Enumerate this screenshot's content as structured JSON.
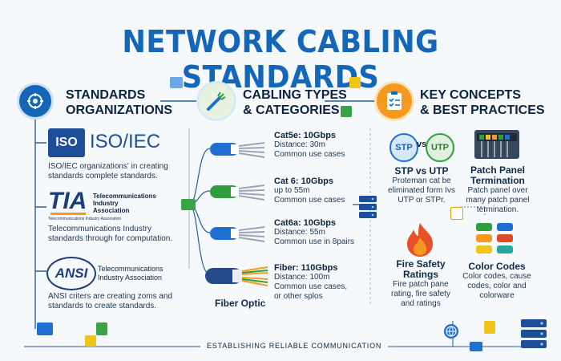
{
  "title": "NETWORK CABLING STANDARDS",
  "colors": {
    "accent": "#1466b8",
    "dark": "#0d2440",
    "orange": "#f59a1f",
    "green": "#2f9e3c"
  },
  "sections": {
    "orgs": {
      "line1": "STANDARDS",
      "line2": "ORGANIZATIONS",
      "icon": "globe-gear-icon"
    },
    "types": {
      "line1": "CABLING TYPES",
      "line2": "& CATEGORIES",
      "icon": "cable-bundle-icon"
    },
    "concepts": {
      "line1": "KEY CONCEPTS",
      "line2": "& BEST PRACTICES",
      "icon": "clipboard-checklist-icon"
    }
  },
  "orgs": [
    {
      "logo": "ISO",
      "name": "ISO/IEC",
      "desc1": "ISO/IEC  organizations' in creating",
      "desc2": "standards  complete standards."
    },
    {
      "logo": "TIA",
      "sub1": "Telecommunications",
      "sub2": "Industry",
      "sub3": "Association",
      "tagline": "Telecommunications Industry Association",
      "desc1": "Telecommunications Industry",
      "desc2": "standards through for computation."
    },
    {
      "logo": "ANSI",
      "sub1": "Telecommunications",
      "sub2": "Industry Association",
      "desc1": "ANSI criters are creating zoms and",
      "desc2": "standards to create standards."
    }
  ],
  "cables": [
    {
      "title": "Cat5e: 10Gbps",
      "line2": "Distance: 30m",
      "line3": "Common use cases",
      "color": "#1f6fd1"
    },
    {
      "title": "Cat 6: 10Gbps",
      "line2": "up to 55m",
      "line3": "Common use cases",
      "color": "#2f9e3c"
    },
    {
      "title": "Cat6a: 10Gbps",
      "line2": "Distance: 55m",
      "line3": "Common use in 8pairs",
      "color": "#1f6fd1"
    },
    {
      "title": "Fiber: 110Gbps",
      "line2": "Distance: 100m",
      "line3": "Common use cases,",
      "line4": "or other splos",
      "color": "#234a8a"
    }
  ],
  "fiber_label": "Fiber Optic",
  "concepts": {
    "stp": {
      "left": "STP",
      "vs": "vs",
      "right": "UTP",
      "title": "STP vs UTP",
      "d1": "Proteman cat be",
      "d2": "eliminated form Ivs",
      "d3": "UTP or STPr."
    },
    "patch": {
      "title1": "Patch Panel",
      "title2": "Termination",
      "d1": "Patch panel over",
      "d2": "many patch panel",
      "d3": "termination."
    },
    "fire": {
      "title1": "Fire Safety",
      "title2": "Ratings",
      "d1": "Fire patch pane",
      "d2": "rating, fire safety",
      "d3": "and ratings"
    },
    "color": {
      "title": "Color Codes",
      "d1": "Color codes, cause",
      "d2": "codes, color and",
      "d3": "colorware"
    }
  },
  "swatch_colors": [
    "#2f9e3c",
    "#1f6fd1",
    "#f59a1f",
    "#e04a2a",
    "#f0c419",
    "#27a6a0",
    "#7a58c4",
    "#6b7a8c"
  ],
  "footer": "ESTABLISHING RELIABLE COMMUNICATION"
}
